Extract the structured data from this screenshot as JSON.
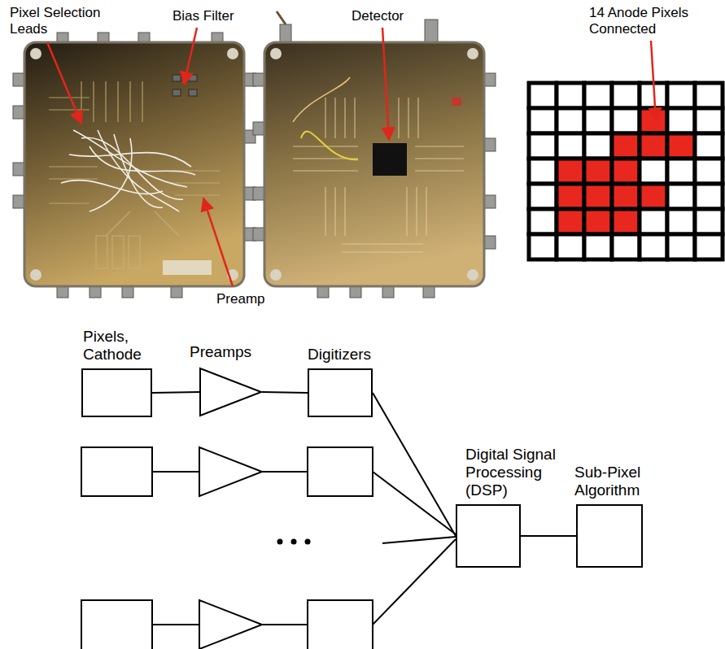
{
  "diagram": {
    "nodes": [
      {
        "text": [
          "Pixels, Cathode"
        ]
      },
      {
        "text": [
          "Preamps"
        ]
      },
      {
        "text": [
          "Digitizers"
        ]
      },
      {
        "text": [
          "Digital Signal Processing (DSP)"
        ]
      },
      {
        "text": [
          "Sub-Pixel Algorithm"
        ]
      }
    ],
    "edges": [
      {
        "from": 0,
        "to": 1,
        "arrow": "none"
      },
      {
        "from": 1,
        "to": 2,
        "arrow": "none"
      },
      {
        "from": 2,
        "to": 3,
        "arrow": "none"
      },
      {
        "from": 3,
        "to": 4,
        "arrow": "none"
      }
    ],
    "labels": [
      "Pixel Selection Leads",
      "Bias Filter",
      "Detector",
      "14 Anode Pixels Connected",
      "Preamp"
    ]
  }
}
